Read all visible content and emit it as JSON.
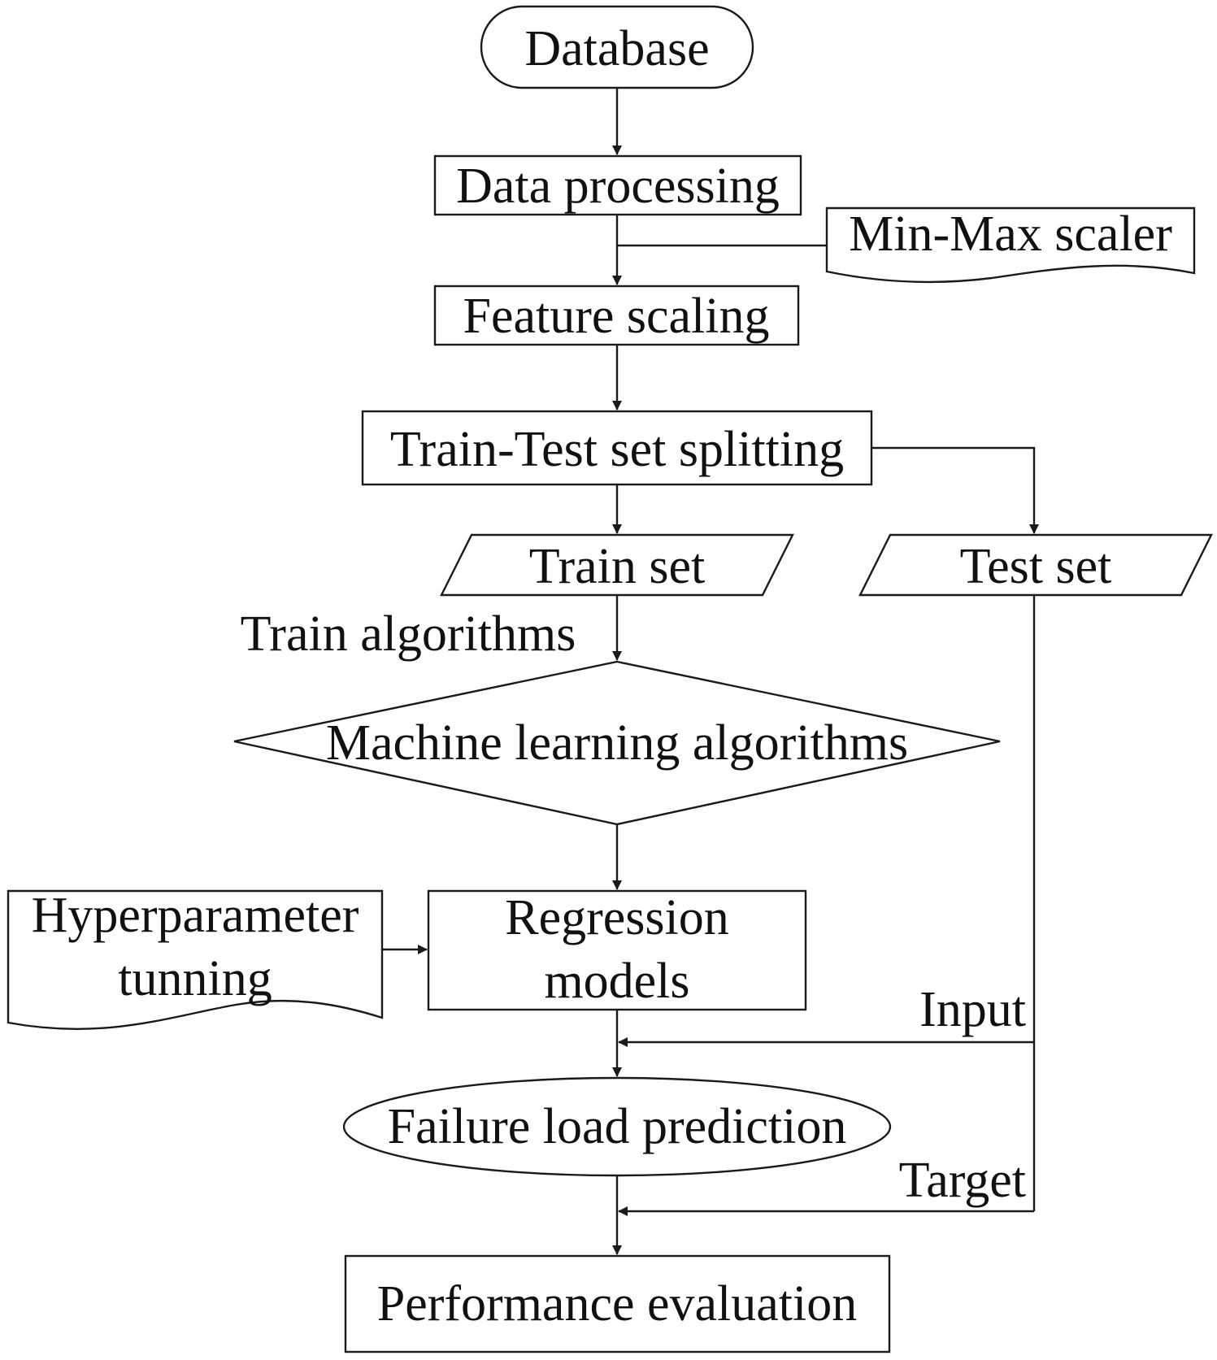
{
  "nodes": {
    "database": "Database",
    "data_processing": "Data processing",
    "min_max_scaler": "Min-Max scaler",
    "feature_scaling": "Feature scaling",
    "train_test_split": "Train-Test set splitting",
    "train_set": "Train set",
    "test_set": "Test set",
    "ml_algorithms": "Machine learning algorithms",
    "hyperparameter_line1": "Hyperparameter",
    "hyperparameter_line2": "tunning",
    "regression_line1": "Regression",
    "regression_line2": "models",
    "failure_load_prediction": "Failure load prediction",
    "performance_evaluation": "Performance evaluation"
  },
  "edge_labels": {
    "train_algorithms": "Train algorithms",
    "input": "Input",
    "target": "Target"
  }
}
